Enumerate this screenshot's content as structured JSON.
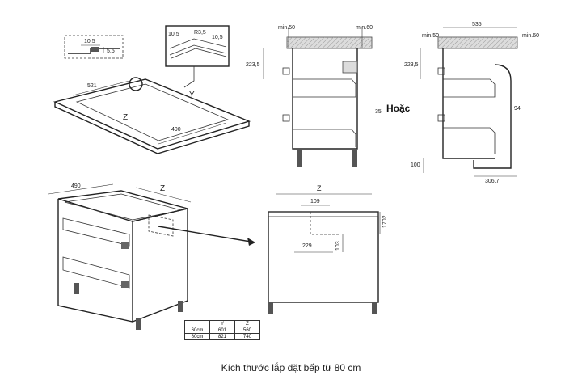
{
  "caption": "Kích thước lắp đặt bếp từ 80 cm",
  "worktop": {
    "detail": {
      "a": "10,5",
      "b": "5,5"
    },
    "zoom": {
      "a": "10,5",
      "b": "R3,5",
      "c": "10,5"
    },
    "dims": {
      "width": "521",
      "depth": "490",
      "z": "Z",
      "y": "Y"
    }
  },
  "side_view_1": {
    "min50": "min.50",
    "min60": "min.60",
    "h223": "223,5",
    "w35": "35"
  },
  "or_label": "Hoặc",
  "side_view_2": {
    "min50": "min.50",
    "w535": "535",
    "min60": "min.60",
    "h223": "223,5",
    "w94": "94",
    "h100": "100",
    "w306": "306,7"
  },
  "cabinet": {
    "depth": "490",
    "z": "Z"
  },
  "back_view": {
    "z": "Z",
    "w109": "109",
    "h1702": "1702",
    "w229": "229",
    "h103": "103"
  },
  "size_table": {
    "headers": [
      "",
      "Y",
      "Z"
    ],
    "rows": [
      [
        "60cm",
        "601",
        "560"
      ],
      [
        "80cm",
        "821",
        "740"
      ]
    ]
  }
}
